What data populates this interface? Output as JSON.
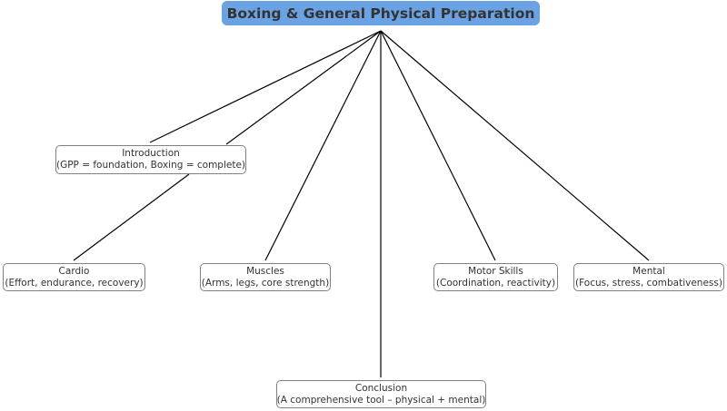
{
  "diagram": {
    "title": "Boxing & General Physical Preparation",
    "title_color": "#6aa2e3",
    "nodes": {
      "intro": {
        "title": "Introduction",
        "subtitle": "(GPP = foundation, Boxing = complete)"
      },
      "cardio": {
        "title": "Cardio",
        "subtitle": "(Effort, endurance, recovery)"
      },
      "muscles": {
        "title": "Muscles",
        "subtitle": "(Arms, legs, core strength)"
      },
      "motor": {
        "title": "Motor Skills",
        "subtitle": "(Coordination, reactivity)"
      },
      "mental": {
        "title": "Mental",
        "subtitle": "(Focus, stress, combativeness)"
      },
      "conclusion": {
        "title": "Conclusion",
        "subtitle": "(A comprehensive tool – physical + mental)"
      }
    },
    "edges": [
      {
        "from": "root",
        "to": "intro"
      },
      {
        "from": "root",
        "to": "intro"
      },
      {
        "from": "intro",
        "to": "cardio"
      },
      {
        "from": "root",
        "to": "muscles"
      },
      {
        "from": "root",
        "to": "conclusion"
      },
      {
        "from": "root",
        "to": "motor"
      },
      {
        "from": "root",
        "to": "mental"
      }
    ]
  }
}
